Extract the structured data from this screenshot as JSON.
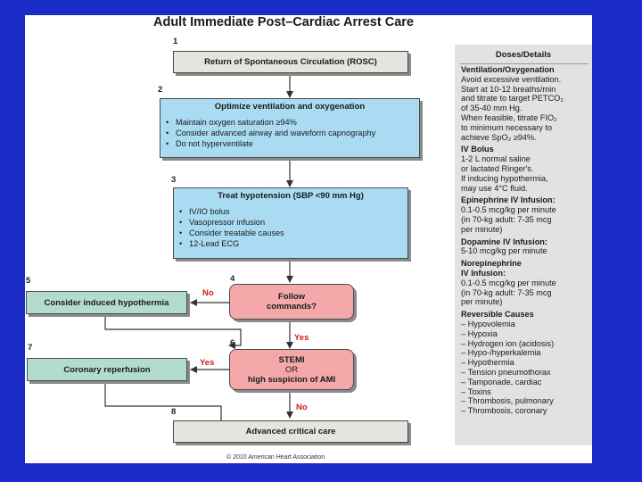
{
  "title": "Adult Immediate Post–Cardiac Arrest Care",
  "steps": {
    "s1": {
      "num": "1",
      "label": "Return of Spontaneous Circulation (ROSC)"
    },
    "s2": {
      "num": "2",
      "label": "Optimize ventilation and oxygenation",
      "bullets": [
        "Maintain oxygen saturation ≥94%",
        "Consider advanced airway and waveform capnography",
        "Do not hyperventilate"
      ]
    },
    "s3": {
      "num": "3",
      "label": "Treat hypotension (SBP <90 mm Hg)",
      "bullets": [
        "IV/IO bolus",
        "Vasopressor infusion",
        "Consider treatable causes",
        "12-Lead ECG"
      ]
    },
    "s4": {
      "num": "4",
      "label_line1": "Follow",
      "label_line2": "commands?"
    },
    "s5": {
      "num": "5",
      "label": "Consider induced hypothermia"
    },
    "s6": {
      "num": "6",
      "label_line1": "STEMI",
      "label_line2": "OR",
      "label_line3": "high suspicion of AMI"
    },
    "s7": {
      "num": "7",
      "label": "Coronary reperfusion"
    },
    "s8": {
      "num": "8",
      "label": "Advanced critical care"
    }
  },
  "edges": {
    "no_1": "No",
    "yes_1": "Yes",
    "yes_2": "Yes",
    "no_2": "No"
  },
  "doses": {
    "header": "Doses/Details",
    "ventilation": {
      "heading": "Ventilation/Oxygenation",
      "lines": [
        "Avoid excessive ventilation.",
        "Start at 10-12 breaths/min",
        "and titrate to target PETCO₂",
        "of 35-40 mm Hg.",
        "When feasible, titrate FIO₂",
        "to minimum necessary to",
        "achieve SpO₂ ≥94%."
      ]
    },
    "iv_bolus": {
      "heading": "IV Bolus",
      "lines": [
        "1-2 L normal saline",
        "or lactated Ringer's.",
        "If inducing hypothermia,",
        "may use 4°C fluid."
      ]
    },
    "epinephrine": {
      "heading": "Epinephrine IV Infusion:",
      "lines": [
        "0.1-0.5 mcg/kg per minute",
        "(in 70-kg adult: 7-35 mcg",
        "per minute)"
      ]
    },
    "dopamine": {
      "heading": "Dopamine IV Infusion:",
      "lines": [
        "5-10 mcg/kg per minute"
      ]
    },
    "norepinephrine": {
      "heading_line1": "Norepinephrine",
      "heading_line2": "IV Infusion:",
      "lines": [
        "0.1-0.5 mcg/kg per minute",
        "(in 70-kg adult: 7-35 mcg",
        "per minute)"
      ]
    },
    "reversible": {
      "heading": "Reversible Causes",
      "items": [
        "Hypovolemia",
        "Hypoxia",
        "Hydrogen ion (acidosis)",
        "Hypo-/hyperkalemia",
        "Hypothermia",
        "Tension pneumothorax",
        "Tamponade, cardiac",
        "Toxins",
        "Thrombosis, pulmonary",
        "Thrombosis, coronary"
      ]
    }
  },
  "copyright": "© 2010 American Heart Association",
  "colors": {
    "background": "#1a2bc8",
    "gray_box": "#e6e4de",
    "blue_box": "#a9dcf2",
    "green_box": "#b4dccd",
    "pink_box": "#f4a8aa",
    "label_red": "#d21b1b",
    "panel": "#e2e2e2"
  }
}
